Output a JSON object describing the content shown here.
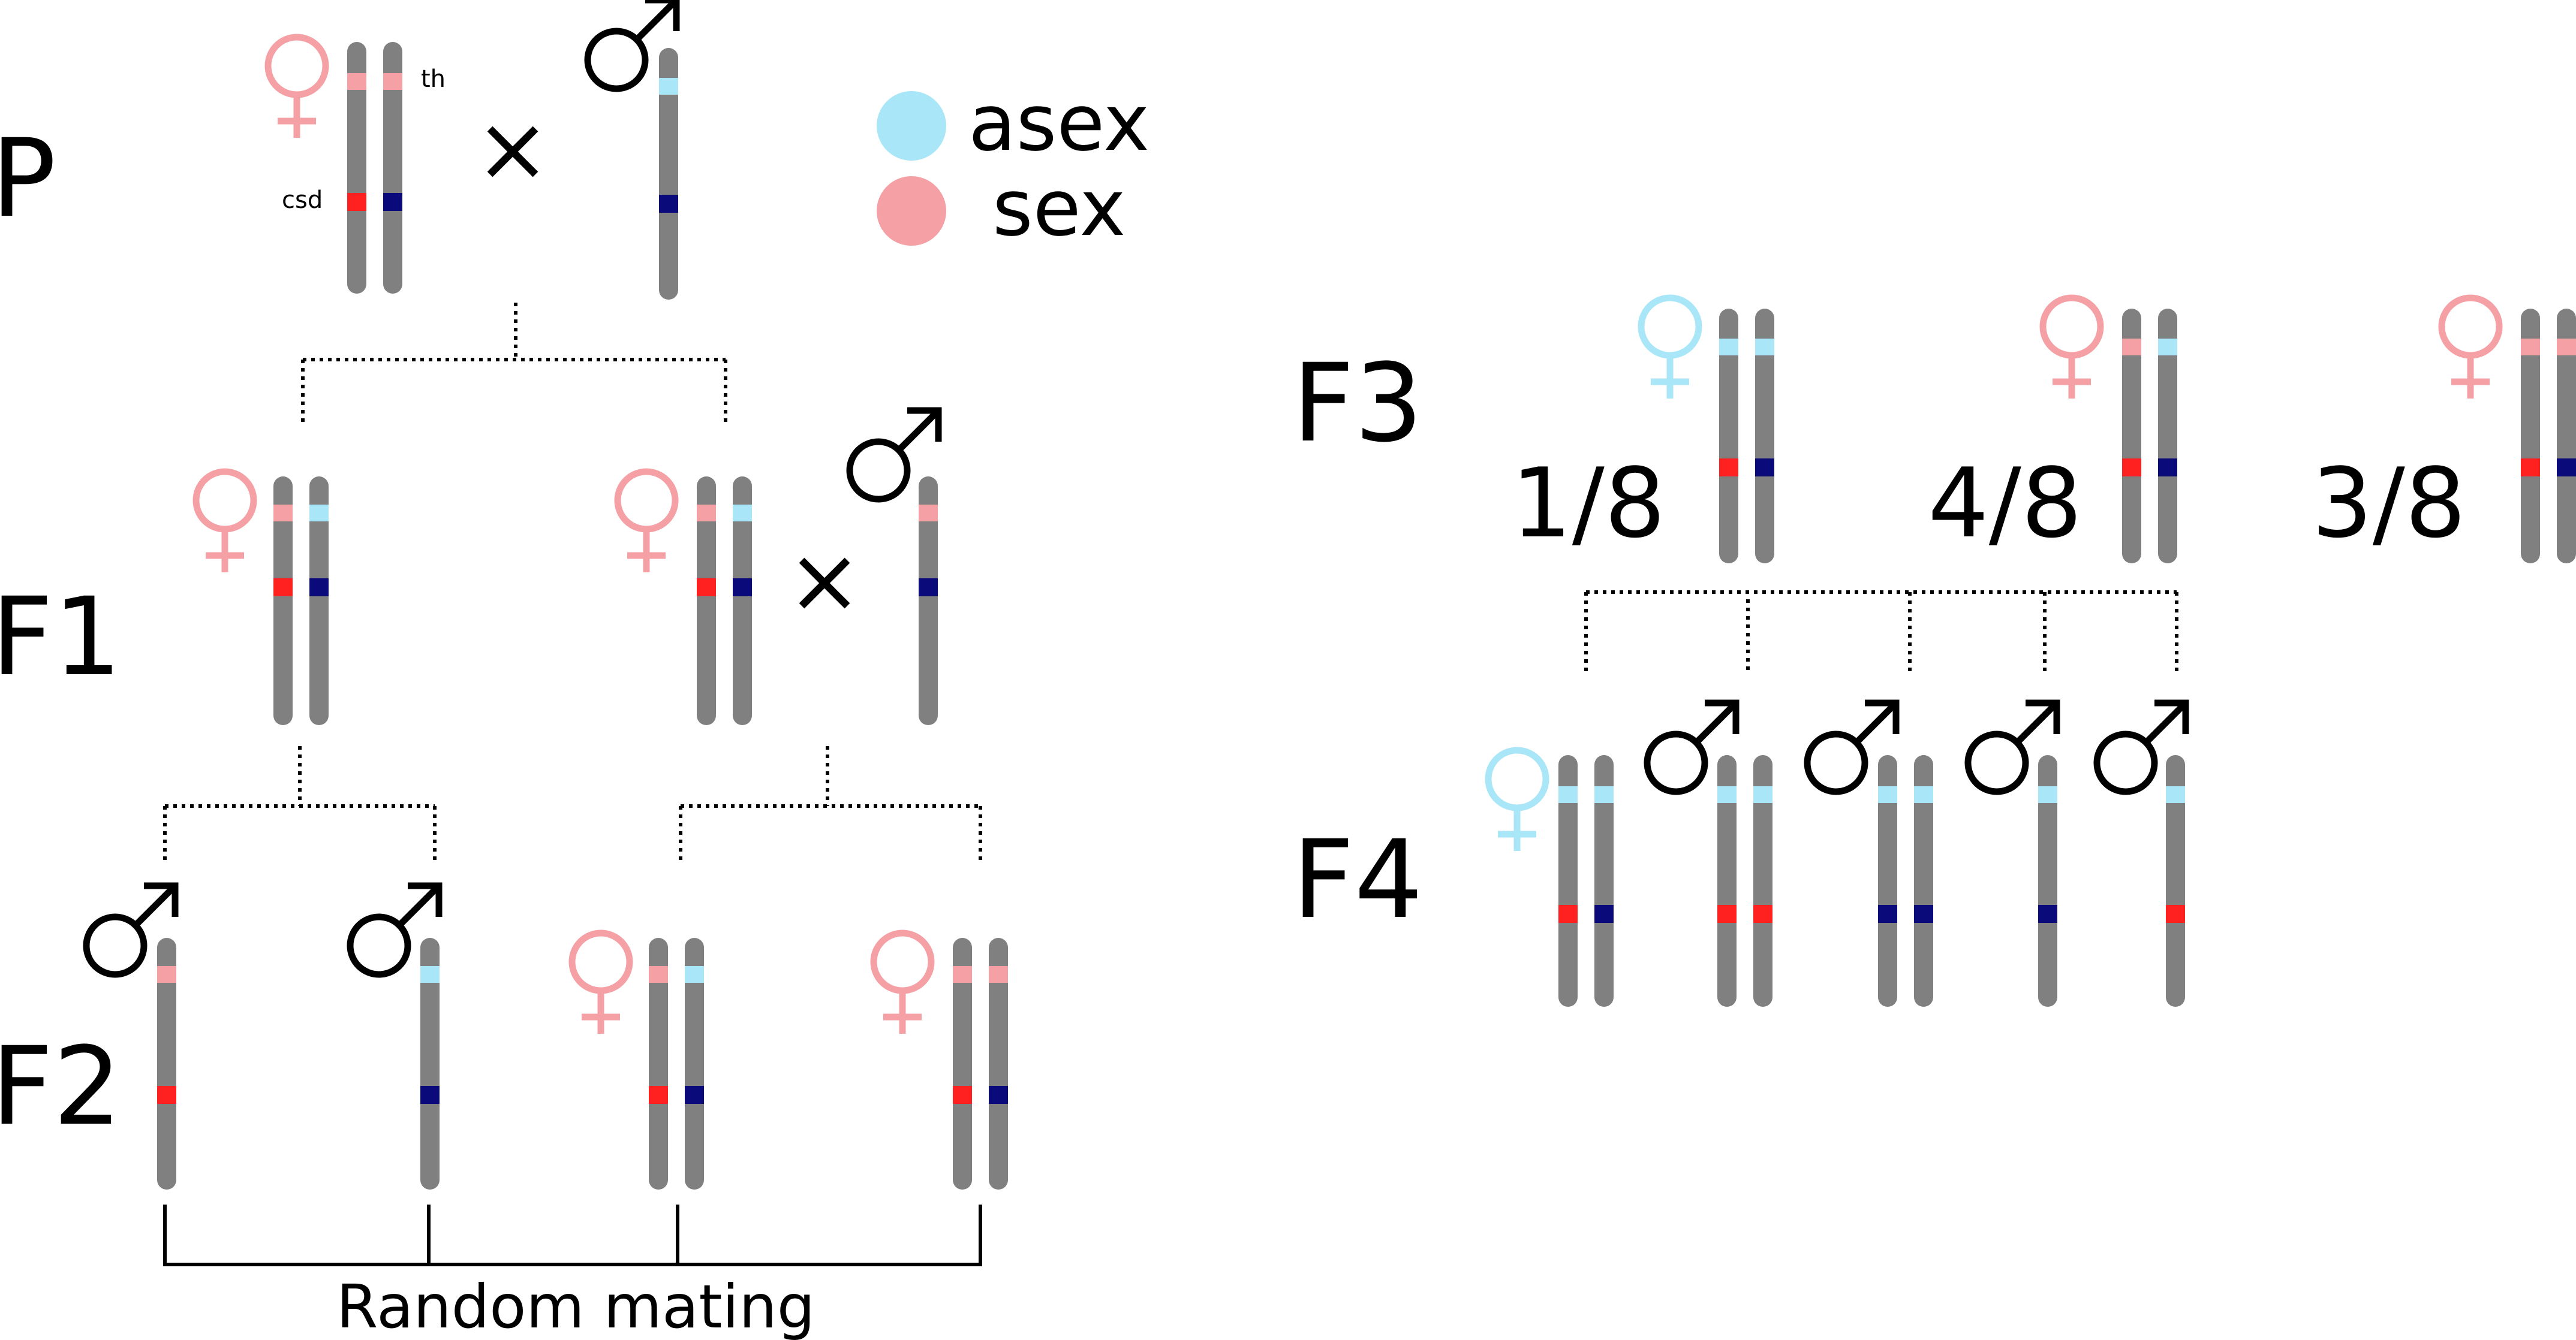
{
  "generations": [
    "P",
    "F1",
    "F2",
    "F3",
    "F4"
  ],
  "legend": [
    {
      "label": "asex",
      "color": "#a8e6f8"
    },
    {
      "label": "sex",
      "color": "#f5a0a5"
    }
  ],
  "locus_labels": {
    "th": "th",
    "csd": "csd"
  },
  "cross_symbol": "×",
  "female_symbol": "♀",
  "male_symbol": "♂",
  "fractions": [
    "1/8",
    "4/8",
    "3/8"
  ],
  "random_mating": "Random mating",
  "colors": {
    "chromosome": "#808080",
    "th_asex": "#a8e6f8",
    "th_sex": "#f5a0a5",
    "csd_red": "#ff2020",
    "csd_navy": "#0a0a7a",
    "female_asex": "#a8e6f8",
    "female_sex": "#f5a0a5",
    "male": "#000000"
  }
}
